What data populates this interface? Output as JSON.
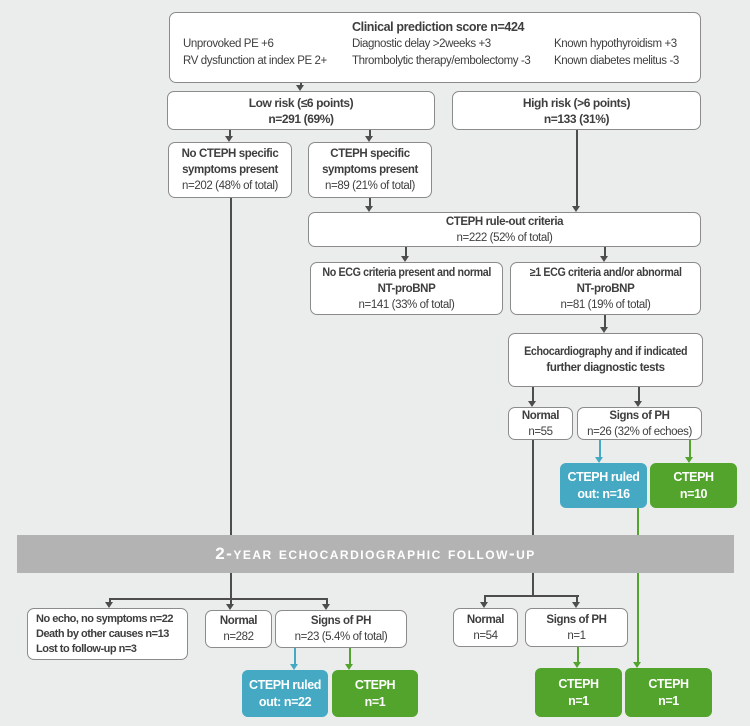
{
  "colors": {
    "background": "#ebedec",
    "teal": "#45a9c4",
    "green": "#52a42d",
    "band": "#b3b3b4",
    "line": "#4d4d4d"
  },
  "flowchart": {
    "prediction": {
      "title": "Clinical prediction score n=424",
      "criteria_col1": [
        "Unprovoked PE +6",
        "RV dysfunction at index PE 2+"
      ],
      "criteria_col2": [
        "Diagnostic delay >2weeks +3",
        "Thrombolytic therapy/embolectomy -3"
      ],
      "criteria_col3": [
        "Known hypothyroidism +3",
        "Known diabetes melitus -3"
      ]
    },
    "low_risk": {
      "label": "Low risk (≤6 points)",
      "count": "n=291 (69%)"
    },
    "high_risk": {
      "label": "High risk (>6 points)",
      "count": "n=133 (31%)"
    },
    "no_symptoms": {
      "label_line1": "No CTEPH specific",
      "label_line2": "symptoms present",
      "count": "n=202 (48% of total)"
    },
    "symptoms": {
      "label_line1": "CTEPH specific",
      "label_line2": "symptoms present",
      "count": "n=89 (21% of total)"
    },
    "rule_out": {
      "label": "CTEPH rule-out criteria",
      "count": "n=222 (52% of total)"
    },
    "no_ecg": {
      "label_line1": "No ECG criteria present and normal",
      "label_line2": "NT-proBNP",
      "count": "n=141 (33% of total)"
    },
    "ecg": {
      "label_line1": "≥1 ECG criteria and/or abnormal",
      "label_line2": "NT-proBNP",
      "count": "n=81 (19% of total)"
    },
    "echo": {
      "label_line1": "Echocardiography and if indicated",
      "label_line2": "further diagnostic tests"
    },
    "echo_normal": {
      "label": "Normal",
      "count": "n=55"
    },
    "echo_signs": {
      "label": "Signs of PH",
      "count": "n=26 (32% of echoes)"
    },
    "ruled_out_16": {
      "label_line1": "CTEPH ruled",
      "label_line2": "out: n=16"
    },
    "cteph_10": {
      "label": "CTEPH",
      "count": "n=10"
    },
    "band_label": "2-year echocardiographic follow-up",
    "followup_info": {
      "lines": [
        "No echo, no symptoms n=22",
        "Death by other causes n=13",
        "Lost to follow-up n=3"
      ]
    },
    "fu_normal_282": {
      "label": "Normal",
      "count": "n=282"
    },
    "fu_signs_23": {
      "label": "Signs of PH",
      "count": "n=23 (5.4% of total)"
    },
    "ruled_out_22": {
      "label_line1": "CTEPH ruled",
      "label_line2": "out: n=22"
    },
    "cteph_1a": {
      "label": "CTEPH",
      "count": "n=1"
    },
    "fu_normal_54": {
      "label": "Normal",
      "count": "n=54"
    },
    "fu_signs_1": {
      "label": "Signs of PH",
      "count": "n=1"
    },
    "cteph_1b": {
      "label": "CTEPH",
      "count": "n=1"
    },
    "cteph_1c": {
      "label": "CTEPH",
      "count": "n=1"
    }
  }
}
